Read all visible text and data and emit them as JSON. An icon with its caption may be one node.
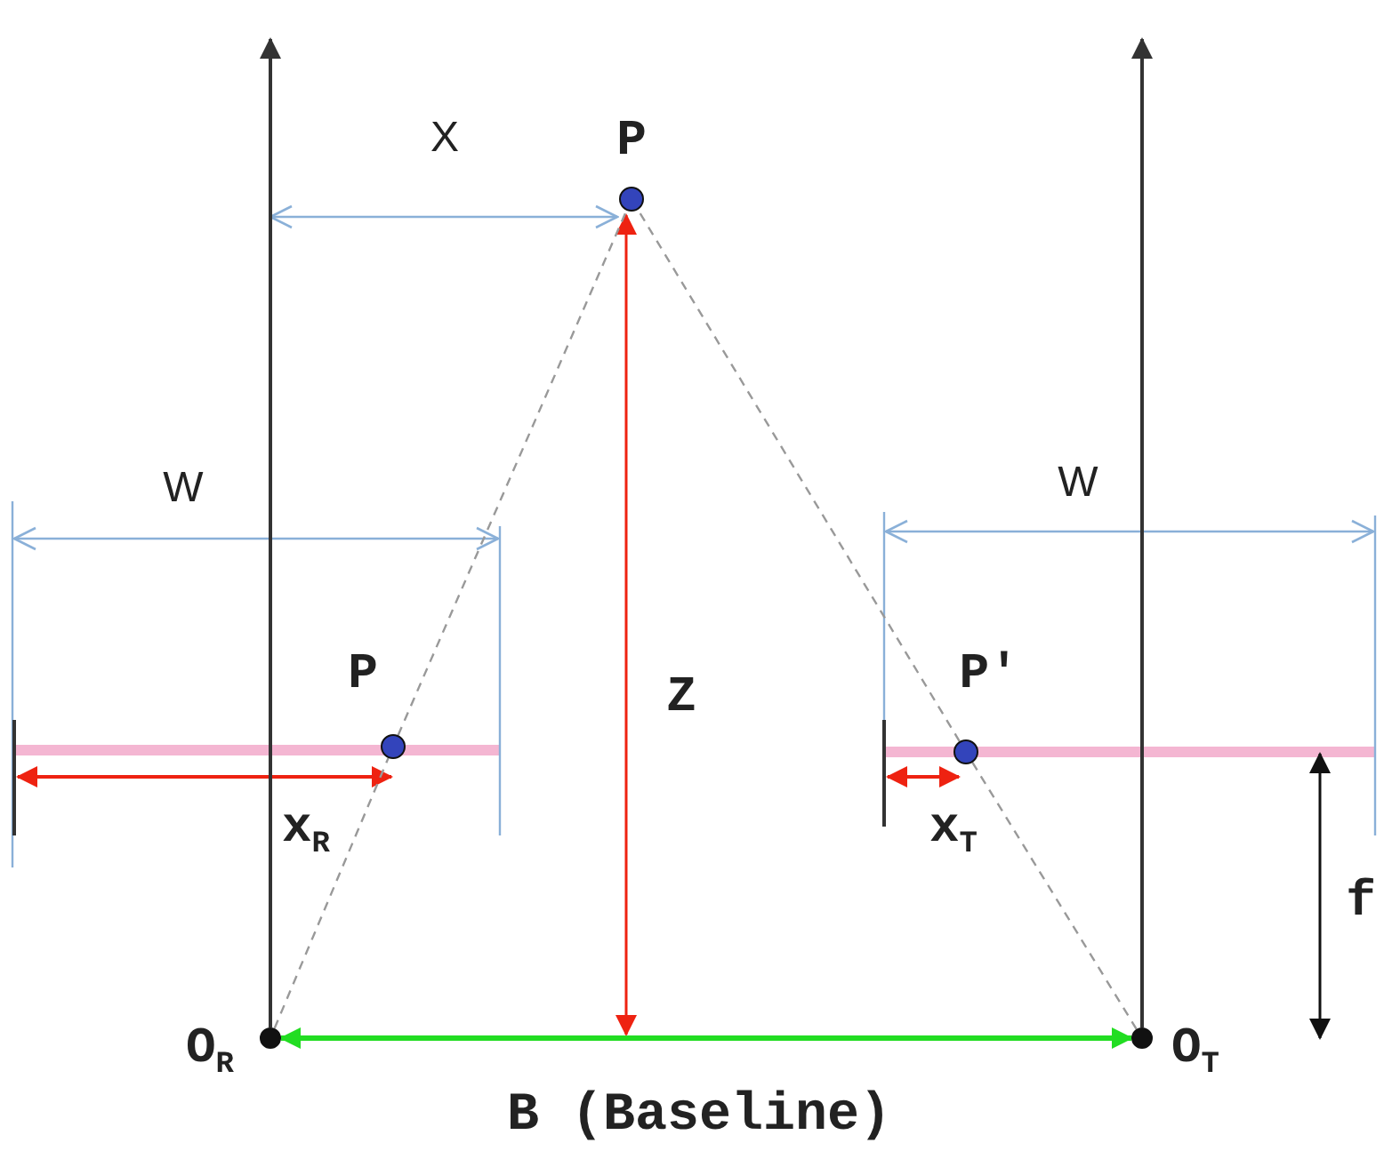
{
  "diagram": {
    "nodes": [
      {
        "text": [],
        "shape": "circle",
        "beside": [
          "P"
        ]
      },
      {
        "text": [],
        "shape": "circle",
        "beside": [
          "P"
        ]
      },
      {
        "text": [],
        "shape": "circle",
        "beside": [
          "P′"
        ]
      },
      {
        "text": [],
        "shape": "circle",
        "beside": [
          "O$_{R}$"
        ]
      },
      {
        "text": [],
        "shape": "circle",
        "beside": [
          "O$_{T}$"
        ]
      }
    ],
    "edges": [
      {
        "from": 3,
        "to": 1,
        "arrow": "none",
        "style": "dashed"
      },
      {
        "from": 1,
        "to": 0,
        "arrow": "none",
        "style": "dashed"
      },
      {
        "from": 4,
        "to": 2,
        "arrow": "none",
        "style": "dashed"
      },
      {
        "from": 2,
        "to": 0,
        "arrow": "none",
        "style": "dashed"
      },
      {
        "from": 3,
        "to": 4,
        "arrow": "both",
        "label": "B (Baseline)",
        "style": "thick",
        "color": "#22dd22"
      },
      {
        "from": 3,
        "to": null,
        "arrow": "to",
        "color": "#333333"
      },
      {
        "from": 4,
        "to": null,
        "arrow": "to",
        "color": "#333333"
      }
    ],
    "labels": [
      "X",
      "W",
      "W",
      "Z",
      "x$_{R}$",
      "x$_{T}$",
      "f"
    ]
  }
}
